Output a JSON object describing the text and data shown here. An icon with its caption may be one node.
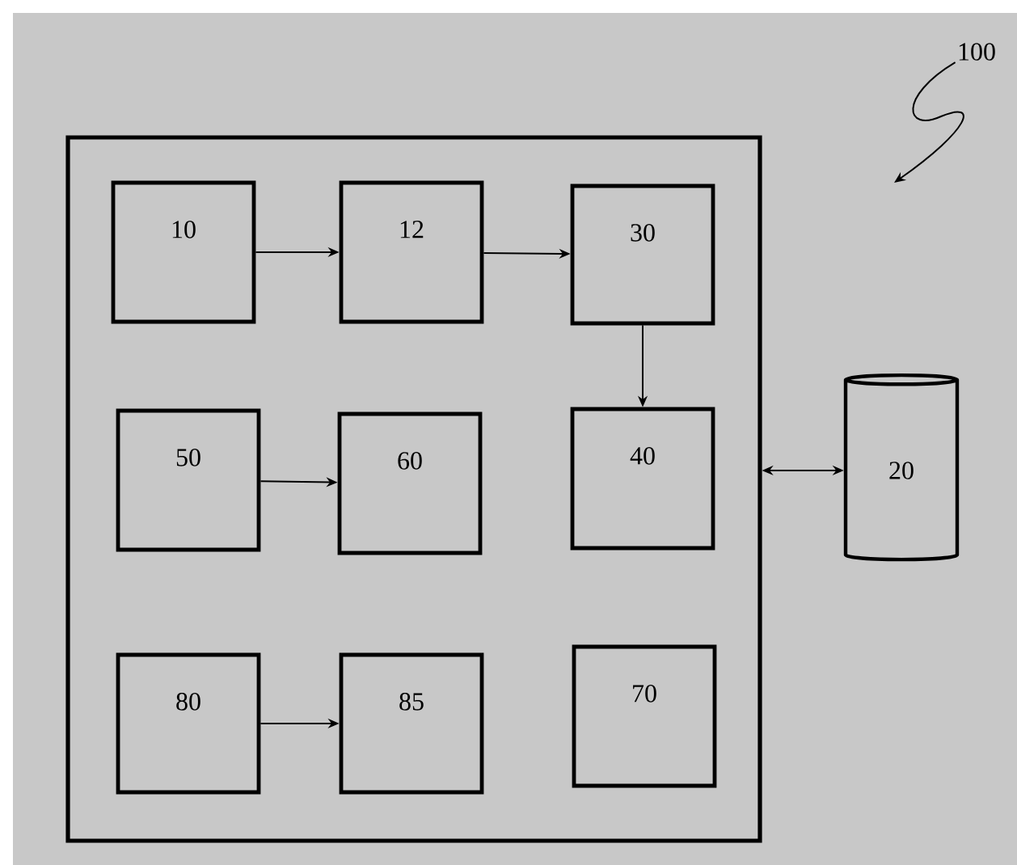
{
  "diagram": {
    "nodes": [
      {
        "text": [],
        "shape": "box"
      },
      {
        "text": [
          "10"
        ],
        "in": 0
      },
      {
        "text": [
          "12"
        ],
        "in": 0
      },
      {
        "text": [
          "30"
        ],
        "in": 0
      },
      {
        "text": [
          "50"
        ],
        "in": 0
      },
      {
        "text": [
          "60"
        ],
        "in": 0
      },
      {
        "text": [
          "40"
        ],
        "in": 0
      },
      {
        "text": [
          "80"
        ],
        "in": 0
      },
      {
        "text": [
          "85"
        ],
        "in": 0
      },
      {
        "text": [
          "70"
        ],
        "in": 0
      },
      {
        "text": [
          "20"
        ]
      },
      {
        "text": [
          "100"
        ]
      }
    ],
    "edges": [
      {
        "from": 1,
        "to": 2,
        "arrow": "to"
      },
      {
        "from": 2,
        "to": 3,
        "arrow": "to"
      },
      {
        "from": 3,
        "to": 6,
        "arrow": "to"
      },
      {
        "from": 4,
        "to": 5,
        "arrow": "to"
      },
      {
        "from": 7,
        "to": 8,
        "arrow": "to"
      },
      {
        "from": 0,
        "to": 10,
        "arrow": "both"
      },
      {
        "from": 11,
        "to": null,
        "arrow": "to"
      }
    ]
  }
}
